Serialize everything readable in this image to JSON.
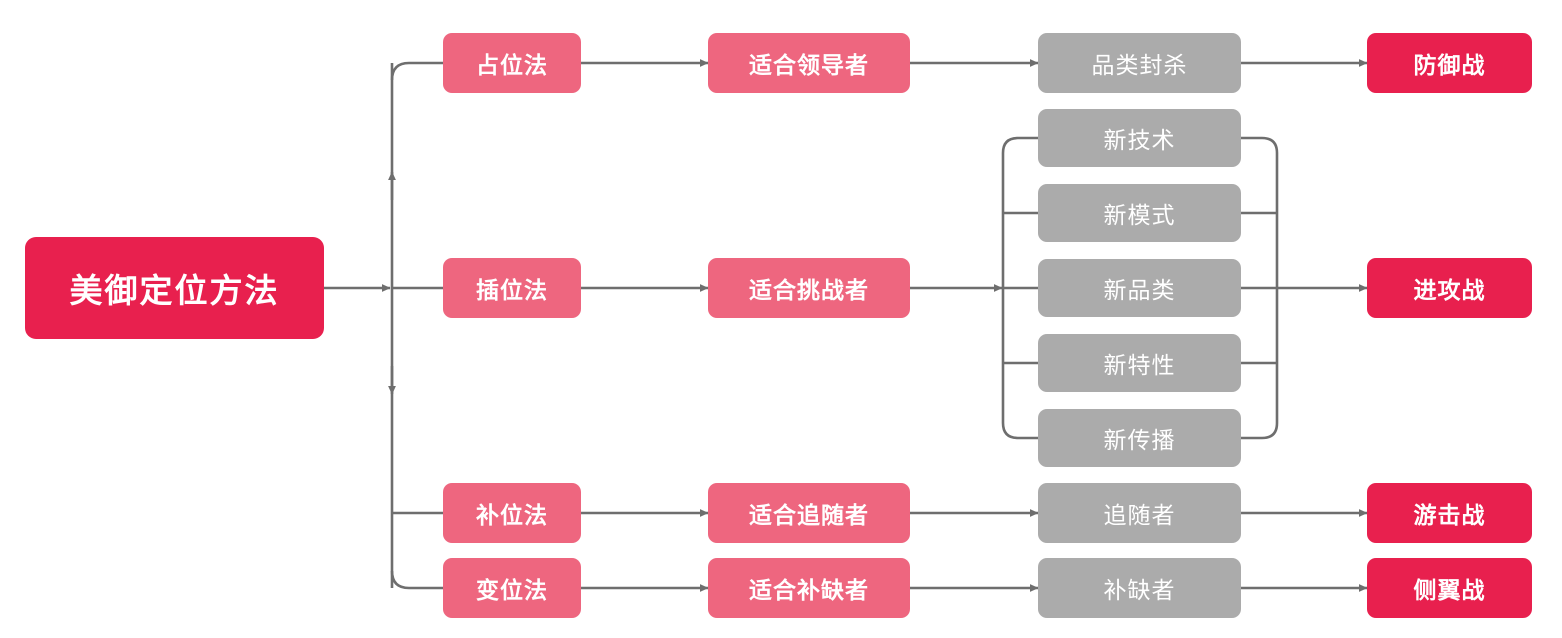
{
  "diagram": {
    "title": "美御定位方法",
    "colors": {
      "root": "#E8204E",
      "method": "#EE667F",
      "fit": "#EE667F",
      "tactic": "#ABABAB",
      "war": "#E8204E",
      "edge": "#6E6E6E",
      "background": "#FFFFFF"
    },
    "root": {
      "label": "美御定位方法"
    },
    "methods": [
      {
        "label": "占位法"
      },
      {
        "label": "插位法"
      },
      {
        "label": "补位法"
      },
      {
        "label": "变位法"
      }
    ],
    "fits": [
      {
        "label": "适合领导者"
      },
      {
        "label": "适合挑战者"
      },
      {
        "label": "适合追随者"
      },
      {
        "label": "适合补缺者"
      }
    ],
    "tactics": [
      {
        "label": "品类封杀"
      },
      {
        "label": "新技术"
      },
      {
        "label": "新模式"
      },
      {
        "label": "新品类"
      },
      {
        "label": "新特性"
      },
      {
        "label": "新传播"
      },
      {
        "label": "追随者"
      },
      {
        "label": "补缺者"
      }
    ],
    "wars": [
      {
        "label": "防御战"
      },
      {
        "label": "进攻战"
      },
      {
        "label": "游击战"
      },
      {
        "label": "侧翼战"
      }
    ]
  }
}
